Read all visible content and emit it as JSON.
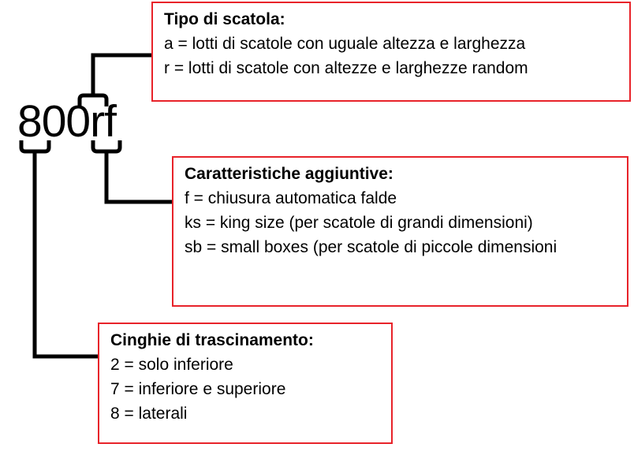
{
  "diagram": {
    "code_label": "800rf",
    "accent_color": "#e8232a",
    "line_color": "#000000",
    "background_color": "#ffffff"
  },
  "callouts": [
    {
      "id": "tipo-di-scatola",
      "title": "Tipo di scatola:",
      "lines": [
        "a = lotti di scatole con uguale altezza e larghezza",
        "r = lotti di scatole con altezze e larghezze random"
      ]
    },
    {
      "id": "caratteristiche-aggiuntive",
      "title": "Caratteristiche aggiuntive:",
      "lines": [
        "f = chiusura automatica falde",
        "ks = king size (per scatole di grandi dimensioni)",
        "sb = small boxes (per scatole di piccole dimensioni"
      ]
    },
    {
      "id": "cinghie-di-trascinamento",
      "title": "Cinghie di trascinamento:",
      "lines": [
        "2 = solo inferiore",
        "7 = inferiore e superiore",
        "8 = laterali"
      ]
    }
  ]
}
